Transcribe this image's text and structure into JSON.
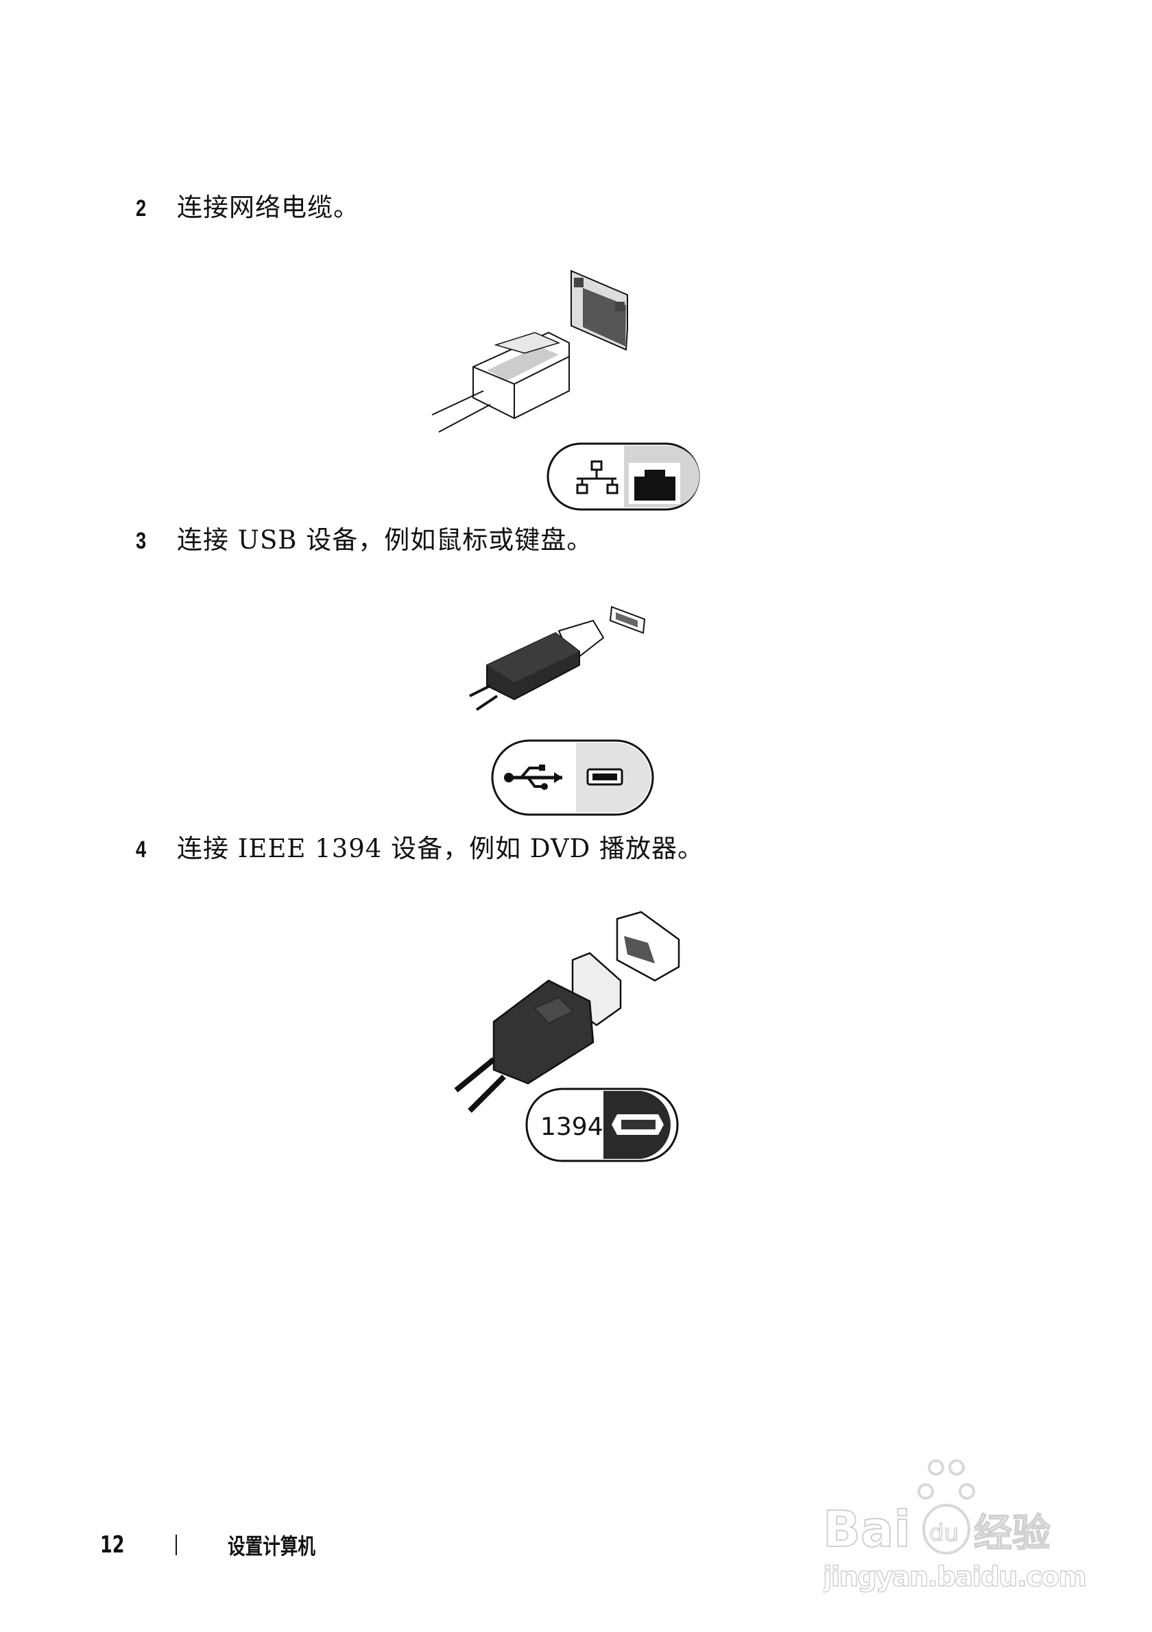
{
  "steps": [
    {
      "number": "2",
      "text": "连接网络电缆。",
      "icon": "network-port-icon"
    },
    {
      "number": "3",
      "text": "连接 USB 设备，例如鼠标或键盘。",
      "icon": "usb-port-icon"
    },
    {
      "number": "4",
      "text": "连接 IEEE 1394 设备，例如 DVD 播放器。",
      "icon": "ieee1394-port-icon",
      "badge_label": "1394"
    }
  ],
  "footer": {
    "page_number": "12",
    "section_title": "设置计算机"
  },
  "watermark": {
    "brand": "Baidu经验",
    "url": "jingyan.baidu.com"
  }
}
